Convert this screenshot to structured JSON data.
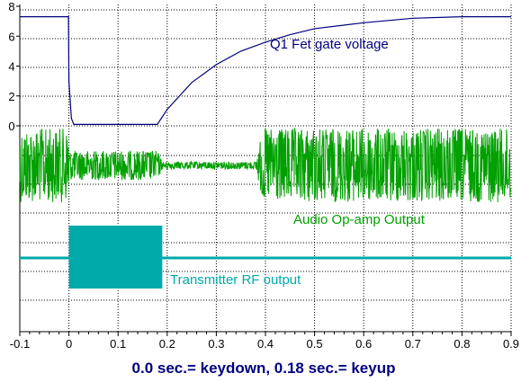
{
  "chart_data": {
    "type": "line",
    "caption": "0.0 sec.= keydown, 0.18 sec.= keyup",
    "xlim": [
      -0.1,
      0.9
    ],
    "x_ticks": [
      "-0.1",
      "0",
      "0.1",
      "0.2",
      "0.3",
      "0.4",
      "0.5",
      "0.6",
      "0.7",
      "0.8",
      "0.9"
    ],
    "x_tick_values": [
      -0.1,
      0,
      0.1,
      0.2,
      0.3,
      0.4,
      0.5,
      0.6,
      0.7,
      0.8,
      0.9
    ],
    "gate_axis": {
      "ylim": [
        0,
        8
      ],
      "ticks": [
        "0",
        "2",
        "4",
        "6",
        "8"
      ],
      "tick_values": [
        0,
        2,
        4,
        6,
        8
      ]
    },
    "grid": true,
    "colors": {
      "gate": "#000080",
      "audio": "#00a000",
      "rf": "#00aaaa",
      "grid": "#000000",
      "caption": "#000080"
    },
    "annotations": {
      "gate": "Q1 Fet gate voltage",
      "audio": "Audio Op-amp Output",
      "rf": "Transmitter RF output"
    },
    "series": [
      {
        "key": "gate",
        "x": [
          -0.1,
          -0.001,
          0.0,
          0.005,
          0.01,
          0.18,
          0.2,
          0.25,
          0.3,
          0.35,
          0.4,
          0.45,
          0.5,
          0.6,
          0.7,
          0.8,
          0.9
        ],
        "y": [
          7.3,
          7.3,
          3.0,
          0.5,
          0.1,
          0.1,
          1.1,
          2.9,
          4.1,
          5.0,
          5.6,
          6.1,
          6.5,
          6.9,
          7.2,
          7.3,
          7.3
        ]
      },
      {
        "key": "audio",
        "envelope": {
          "x": [
            -0.1,
            -0.001,
            0.0,
            0.18,
            0.19,
            0.38,
            0.395,
            0.9
          ],
          "amplitude": [
            1.0,
            1.0,
            0.4,
            0.4,
            0.1,
            0.1,
            1.0,
            1.0
          ]
        }
      },
      {
        "key": "rf",
        "x": [
          -0.1,
          0.0,
          0.0,
          0.19,
          0.19,
          0.9
        ],
        "level": [
          "off",
          "off",
          "on",
          "on",
          "off",
          "off"
        ]
      }
    ]
  }
}
